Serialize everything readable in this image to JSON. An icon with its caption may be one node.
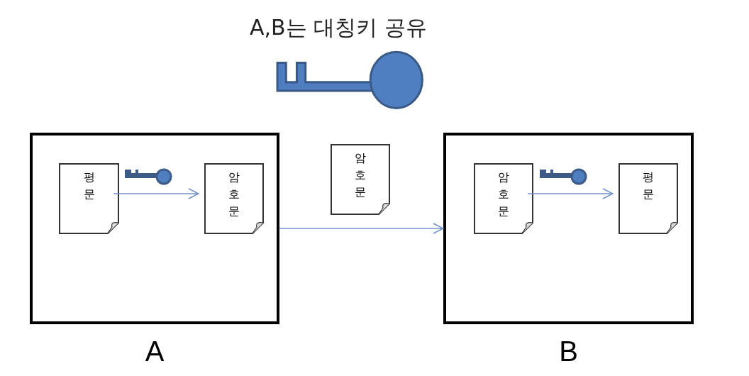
{
  "diagram": {
    "nodes": [
      {
        "text": [
          "A"
        ]
      },
      {
        "text": [
          "평문"
        ],
        "in": 0
      },
      {
        "text": [
          "암호문"
        ],
        "in": 0
      },
      {
        "text": [
          "암호문"
        ]
      },
      {
        "text": [
          "B"
        ]
      },
      {
        "text": [
          "암호문"
        ],
        "in": 4
      },
      {
        "text": [
          "평문"
        ],
        "in": 4
      }
    ],
    "edges": [
      {
        "from": 1,
        "to": 2,
        "arrow": "to"
      },
      {
        "from": 0,
        "to": 4,
        "arrow": "to"
      },
      {
        "from": 5,
        "to": 6,
        "arrow": "to"
      }
    ],
    "labels": [
      "A,B는 대칭키 공유"
    ]
  }
}
